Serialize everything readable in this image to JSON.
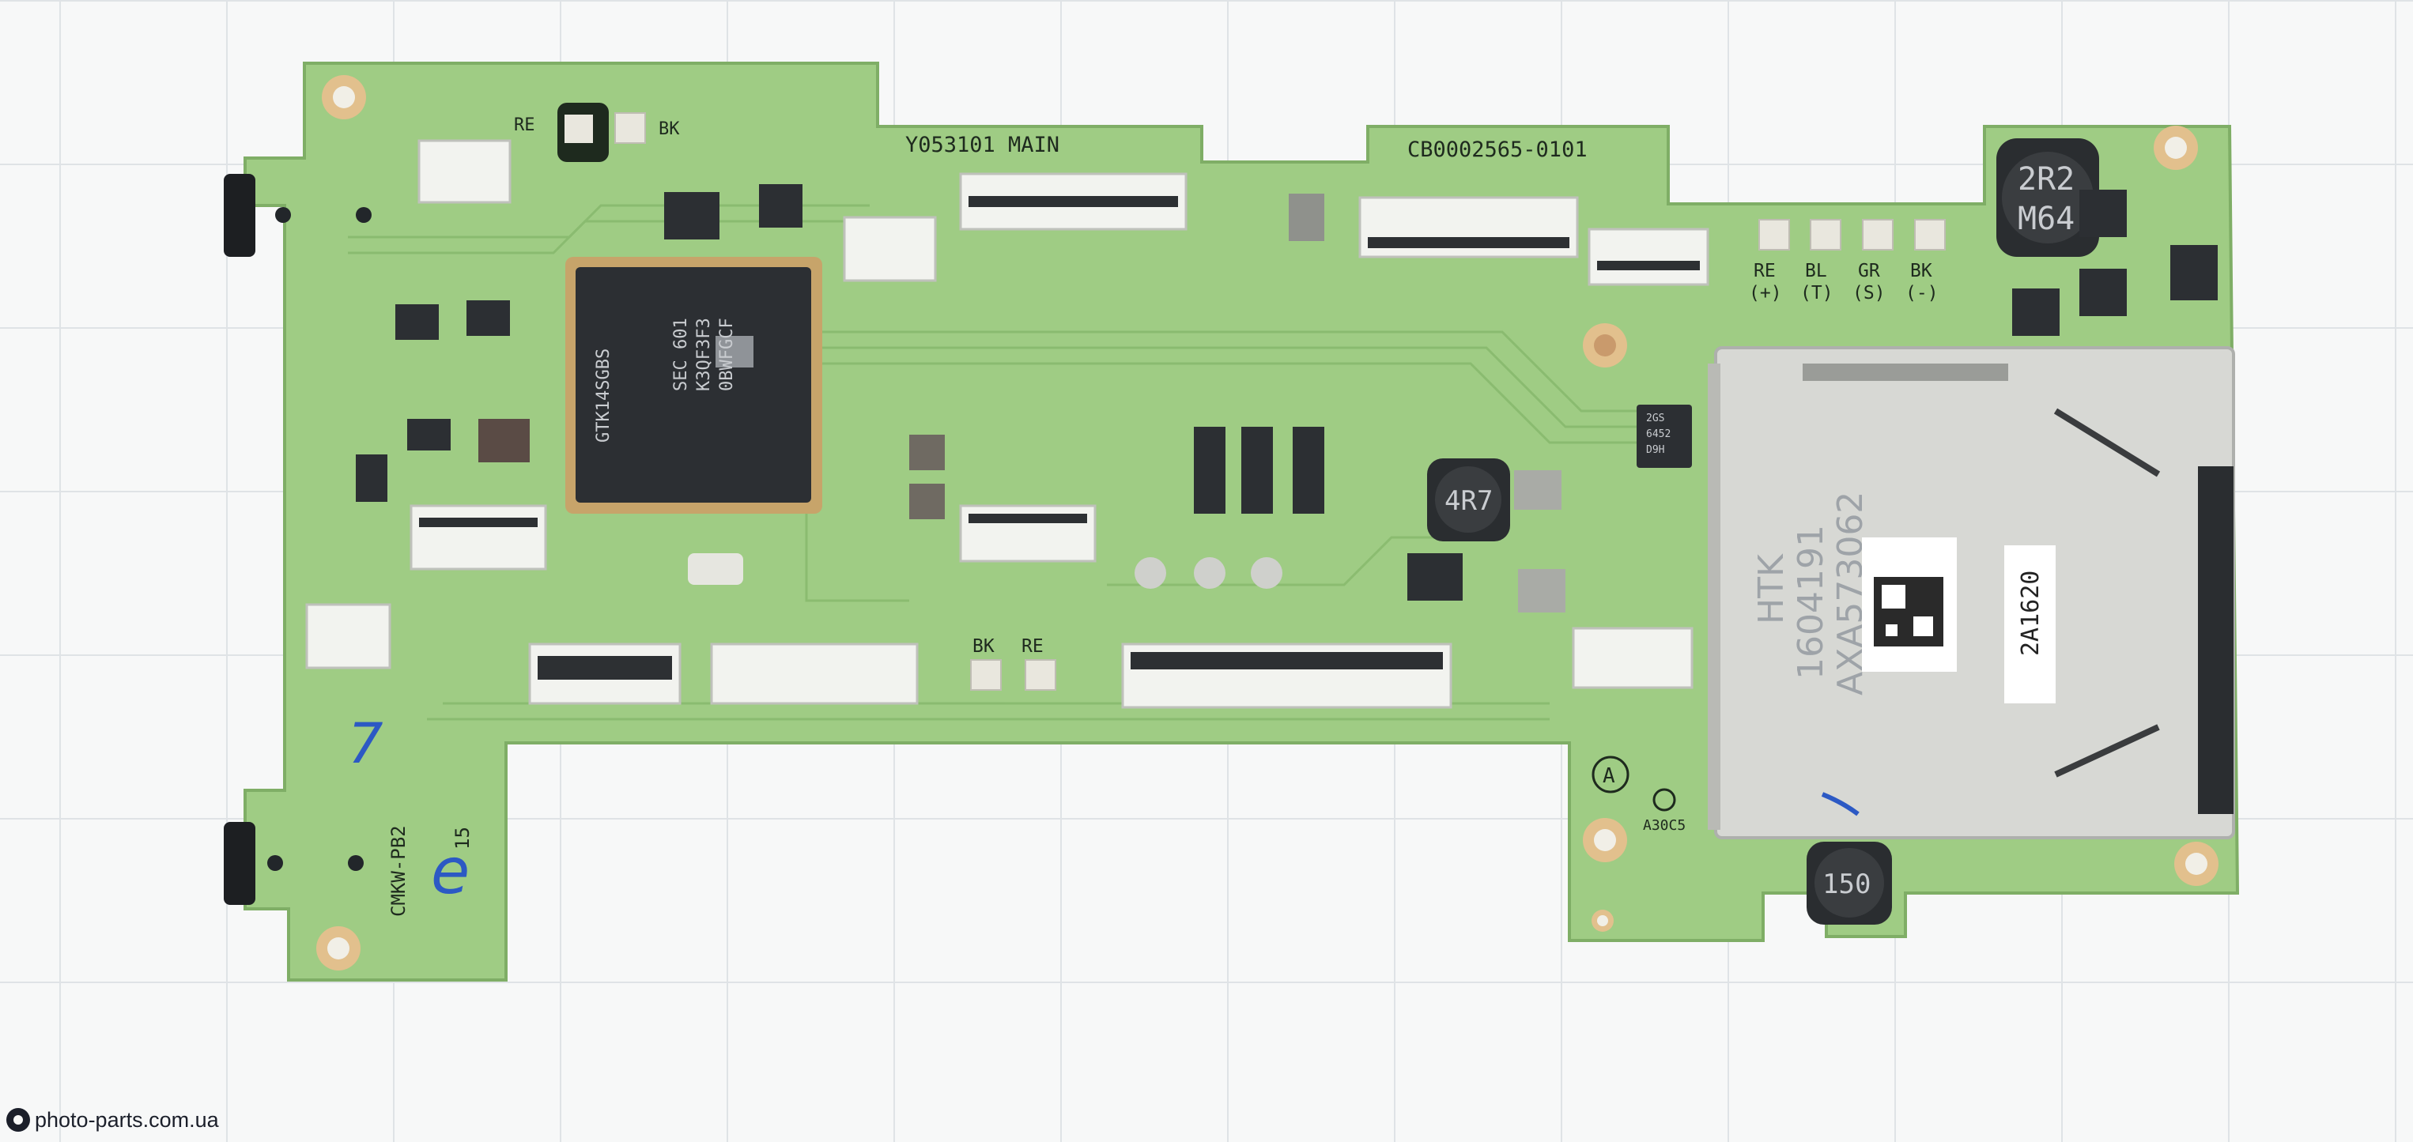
{
  "board": {
    "part_name": "Y053101 MAIN",
    "part_number": "CB0002565-0101",
    "model": "CMKW-PB2",
    "rev": "15",
    "corner_marks": [
      "RE",
      "BK"
    ],
    "pad_groups": {
      "top_left": [
        "RE",
        "BK"
      ],
      "mid": [
        "BK",
        "RE"
      ],
      "right": [
        {
          "top": "RE",
          "bottom": "(+)"
        },
        {
          "top": "BL",
          "bottom": "(T)"
        },
        {
          "top": "GR",
          "bottom": "(S)"
        },
        {
          "top": "BK",
          "bottom": "(-)"
        }
      ]
    },
    "soc": {
      "line1": "SEC 601",
      "line2": "K3QF3F3",
      "line3": "0BWFGCF",
      "side": "GTK14SGBS"
    },
    "inductors": {
      "center": "4R7",
      "top_right_a": "2R2",
      "top_right_b": "M64",
      "bottom_right": "150"
    },
    "small_chip": {
      "line1": "2GS",
      "line2": "6452",
      "line3": "D9H"
    },
    "card_slot": {
      "line1": "HTK",
      "line2": "1604191",
      "line3": "AXA573062"
    },
    "sticker_code": "2A1620",
    "circle_mark": "A",
    "bottom_code": "A30C5",
    "handwritten": {
      "digit": "7",
      "letter": "e"
    }
  },
  "colors": {
    "pcb": "#9fcc84",
    "pcb_edge": "#7fae66",
    "trace": "#86b86c",
    "chip": "#2c2f33",
    "metal": "#d7d8d4",
    "gold": "#d9a86c"
  },
  "watermark": {
    "text": "photo-parts.com.ua"
  }
}
